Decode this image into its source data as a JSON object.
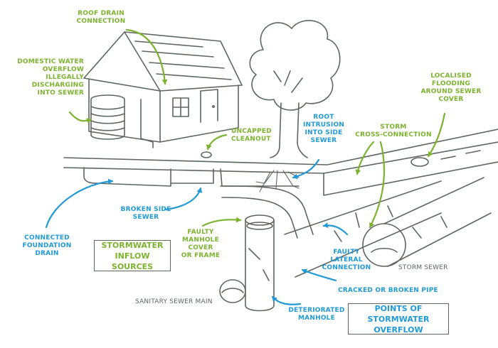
{
  "labels": {
    "roof_drain": "ROOF DRAIN\nCONNECTION",
    "domestic_water": "DOMESTIC WATER\nOVERFLOW\nILLEGALLY\nDISCHARGING\nINTO SEWER",
    "uncapped_cleanout": "UNCAPPED\nCLEANOUT",
    "root_intrusion": "ROOT\nINTRUSION\nINTO SIDE\nSEWER",
    "storm_cross": "STORM\nCROSS-CONNECTION",
    "localised_flooding": "LOCALISED\nFLOODING\nAROUND SEWER\nCOVER",
    "broken_side_sewer": "BROKEN SIDE\nSEWER",
    "connected_foundation": "CONNECTED\nFOUNDATION\nDRAIN",
    "faulty_manhole": "FAULTY\nMANHOLE COVER\nOR FRAME",
    "faulty_lateral": "FAULTY\nLATERAL\nCONNECTION",
    "storm_sewer": "STORM SEWER",
    "cracked_pipe": "CRACKED OR BROKEN PIPE",
    "sanitary_main": "SANITARY SEWER MAIN",
    "deteriorated_manhole": "DETERIORATED\nMANHOLE"
  },
  "boxes": {
    "inflow_sources": "STORMWATER\nINFLOW SOURCES",
    "points_overflow": "POINTS OF STORMWATER\nOVERFLOW"
  },
  "colors": {
    "green": "#7bb32e",
    "blue": "#1f9ad6",
    "line": "#5f6660"
  }
}
